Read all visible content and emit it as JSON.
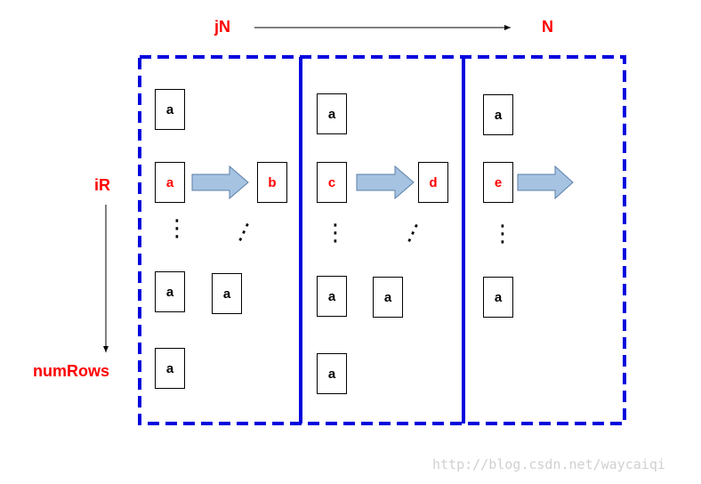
{
  "header": {
    "col_label": "jN",
    "end_label": "N"
  },
  "side": {
    "row_label": "iR",
    "end_label": "numRows"
  },
  "columns": [
    {
      "cells": [
        "a",
        "a",
        "a",
        "a",
        "a"
      ],
      "next": "b"
    },
    {
      "cells": [
        "a",
        "c",
        "a",
        "a",
        "a"
      ],
      "next": "d"
    },
    {
      "cells": [
        "a",
        "e",
        "a"
      ]
    }
  ],
  "watermark": "http://blog.csdn.net/waycaiqi",
  "colors": {
    "label": "#ff0000",
    "frame": "#0000dd",
    "arrow_fill": "#a6c3e2",
    "arrow_stroke": "#5b7fa8"
  }
}
